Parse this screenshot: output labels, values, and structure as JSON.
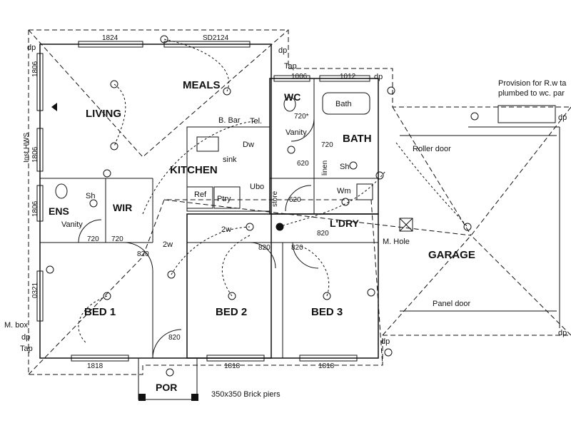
{
  "rooms": {
    "living": "LIVING",
    "meals": "MEALS",
    "kitchen": "KITCHEN",
    "wc": "WC",
    "bath": "BATH",
    "ens": "ENS",
    "wir": "WIR",
    "ldry": "L'DRY",
    "garage": "GARAGE",
    "bed1": "BED 1",
    "bed2": "BED 2",
    "bed3": "BED 3",
    "por": "POR"
  },
  "dimensions": {
    "top_window_1": "1824",
    "top_sd": "SD2124",
    "wc_window": "1006",
    "bath_window": "1012",
    "left_1806_a": "1806",
    "left_1806_b": "1806",
    "left_1806_c": "1806",
    "left_0321": "0321",
    "bottom_1818_a": "1818",
    "bottom_1818_b": "1818",
    "bottom_1818_c": "1818",
    "door_720_star": "720*",
    "door_720_bath": "720",
    "door_620_shower": "620",
    "door_620_store": "620",
    "door_720_ens": "720",
    "door_720_wir": "720",
    "door_820_bed1": "820",
    "door_820_bed2": "820",
    "door_820_bed3": "820",
    "door_820_por": "820",
    "door_820_ldry": "820"
  },
  "fixtures": {
    "dp_top_left": "dp",
    "dp_top_right": "dp",
    "tap_top": "Tap",
    "inst_hws": "Inst HWS",
    "b_bar": "B. Bar",
    "tel": "Tel.",
    "vanity_bath": "Vanity",
    "bath_tub": "Bath",
    "dw": "Dw",
    "sink": "sink",
    "ubo": "Ubo",
    "ref": "Ref",
    "ptry": "Ptry",
    "store": "store",
    "linen": "linen",
    "shower_bath": "Sh",
    "shower_ens": "Sh",
    "vanity_ens": "Vanity",
    "wm": "Wm",
    "two_w_a": "2w",
    "two_w_b": "2w",
    "m_hole": "M. Hole",
    "m_box": "M. box",
    "dp_bottom_left": "dp",
    "tap_bottom": "Tap",
    "dp_garage_top": "dp",
    "dp_garage_bottom": "dp",
    "dp_bath": "dp",
    "dp_right_bottom": "dp"
  },
  "notes": {
    "provision": "Provision for R.w ta",
    "plumbed": "plumbed to wc. par",
    "roller_door": "Roller door",
    "panel_door": "Panel door",
    "brick_piers": "350x350 Brick piers"
  }
}
